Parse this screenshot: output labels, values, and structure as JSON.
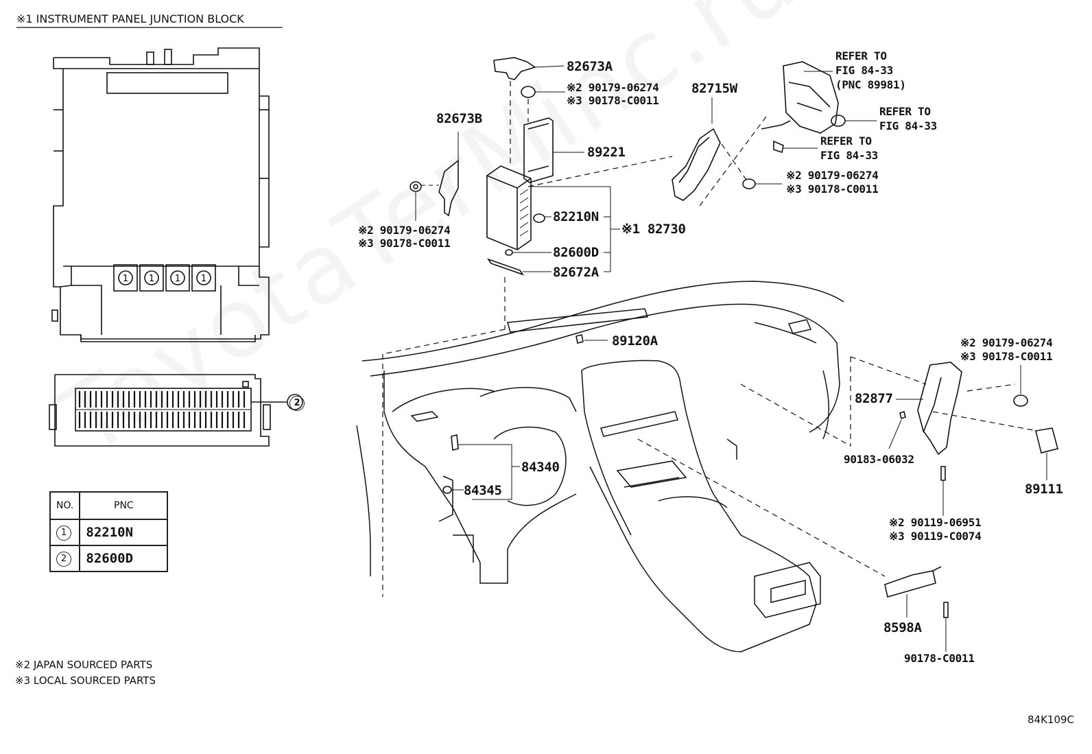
{
  "title": "※1 INSTRUMENT PANEL JUNCTION BLOCK",
  "figure_code": "84K109C",
  "watermark": "ToyotaTerMinc.ru",
  "notes": [
    "※2 JAPAN SOURCED PARTS",
    "※3 LOCAL SOURCED PARTS"
  ],
  "junction_block": {
    "callout_1": "1",
    "callout_2": "2"
  },
  "table": {
    "headers": [
      "NO.",
      "PNC"
    ],
    "rows": [
      {
        "no": "1",
        "pnc": "82210N"
      },
      {
        "no": "2",
        "pnc": "82600D"
      }
    ]
  },
  "parts": {
    "p82673A": "82673A",
    "p82673B": "82673B",
    "p89221": "89221",
    "p82210N": "82210N",
    "p82730": "※1 82730",
    "p82600D": "82600D",
    "p82672A": "82672A",
    "p89120A": "89120A",
    "p82715W": "82715W",
    "p84340": "84340",
    "p84345": "84345",
    "p82877": "82877",
    "p90183": "90183-06032",
    "p89111": "89111",
    "p8598A": "8598A",
    "p90178b": "90178-C0011",
    "ref1": [
      "REFER TO",
      "FIG 84-33",
      "(PNC 89981)"
    ],
    "ref2": [
      "REFER TO",
      "FIG 84-33"
    ],
    "ref3": [
      "REFER TO",
      "FIG 84-33"
    ],
    "clip_top": [
      "※2 90179-06274",
      "※3 90178-C0011"
    ],
    "clip_left": [
      "※2 90179-06274",
      "※3 90178-C0011"
    ],
    "clip_right": [
      "※2 90179-06274",
      "※3 90178-C0011"
    ],
    "clip_far_right": [
      "※2 90179-06274",
      "※3 90178-C0011"
    ],
    "bolt_right": [
      "※2 90119-06951",
      "※3 90119-C0074"
    ]
  }
}
